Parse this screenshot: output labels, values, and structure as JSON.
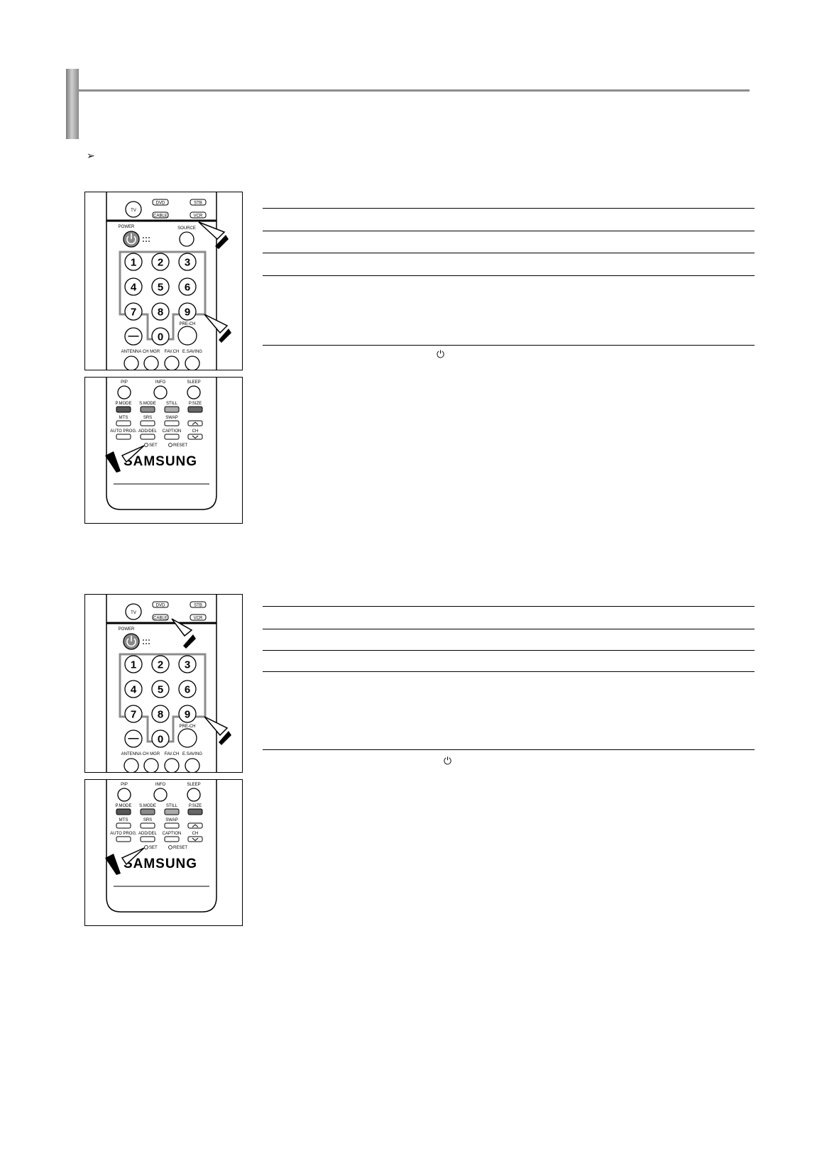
{
  "header": {
    "note_symbol": "➢"
  },
  "power_icon": "power-symbol-icon",
  "remote": {
    "top_buttons": [
      "TV",
      "DVD",
      "STB",
      "CABLE",
      "VCR"
    ],
    "power_label": "POWER",
    "source_label": "SOURCE",
    "number_keys": [
      "1",
      "2",
      "3",
      "4",
      "5",
      "6",
      "7",
      "8",
      "9",
      "0"
    ],
    "dash_key": "—",
    "prech_label": "PRE-CH",
    "bottom_labels": [
      "ANTENNA",
      "CH MGR",
      "FAV.CH",
      "E.SAVING"
    ],
    "lower_labels": [
      "PIP",
      "INFO",
      "SLEEP",
      "P.MODE",
      "S.MODE",
      "STILL",
      "P.SIZE",
      "MTS",
      "SRS",
      "SWAP",
      "AUTO PROG.",
      "ADD/DEL",
      "CAPTION",
      "CH",
      "SET",
      "RESET"
    ],
    "brand": "SAMSUNG"
  }
}
